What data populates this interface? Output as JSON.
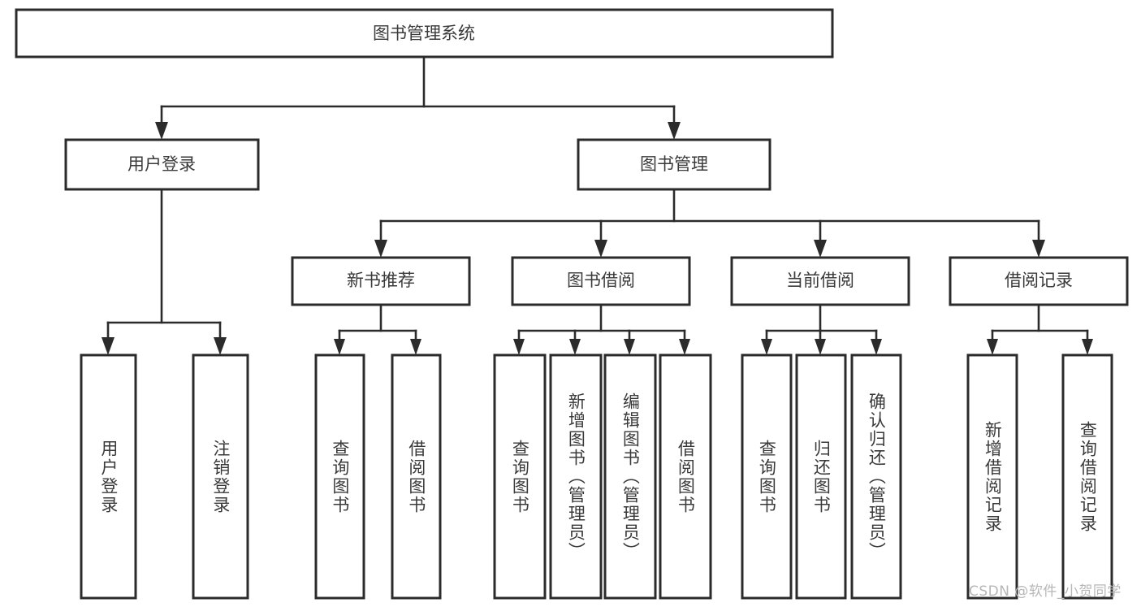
{
  "diagram": {
    "type": "tree",
    "title": "图书管理系统",
    "root": {
      "id": "root",
      "label": "图书管理系统"
    },
    "level2": [
      {
        "id": "user-login",
        "label": "用户登录"
      },
      {
        "id": "book-manage",
        "label": "图书管理"
      }
    ],
    "level3": [
      {
        "id": "new-book-recommend",
        "label": "新书推荐",
        "parent": "book-manage"
      },
      {
        "id": "book-borrow",
        "label": "图书借阅",
        "parent": "book-manage"
      },
      {
        "id": "current-borrow",
        "label": "当前借阅",
        "parent": "book-manage"
      },
      {
        "id": "borrow-record",
        "label": "借阅记录",
        "parent": "book-manage"
      }
    ],
    "leaves": [
      {
        "id": "leaf-user-login",
        "label": "用户登录",
        "parent": "user-login"
      },
      {
        "id": "leaf-logout-login",
        "label": "注销登录",
        "parent": "user-login"
      },
      {
        "id": "leaf-query-book-1",
        "label": "查询图书",
        "parent": "new-book-recommend"
      },
      {
        "id": "leaf-borrow-book-1",
        "label": "借阅图书",
        "parent": "new-book-recommend"
      },
      {
        "id": "leaf-query-book-2",
        "label": "查询图书",
        "parent": "book-borrow"
      },
      {
        "id": "leaf-add-book",
        "label": "新增图书（管理员）",
        "parent": "book-borrow"
      },
      {
        "id": "leaf-edit-book",
        "label": "编辑图书（管理员）",
        "parent": "book-borrow"
      },
      {
        "id": "leaf-borrow-book-2",
        "label": "借阅图书",
        "parent": "book-borrow"
      },
      {
        "id": "leaf-query-book-3",
        "label": "查询图书",
        "parent": "current-borrow"
      },
      {
        "id": "leaf-return-book",
        "label": "归还图书",
        "parent": "current-borrow"
      },
      {
        "id": "leaf-confirm-return",
        "label": "确认归还（管理员）",
        "parent": "current-borrow"
      },
      {
        "id": "leaf-add-record",
        "label": "新增借阅记录",
        "parent": "borrow-record"
      },
      {
        "id": "leaf-query-record",
        "label": "查询借阅记录",
        "parent": "borrow-record"
      }
    ],
    "colors": {
      "box_fill": "#ffffff",
      "box_stroke": "#2b2b2b",
      "text": "#3a3a3a",
      "connector": "#2b2b2b",
      "watermark": "#b7b7b7",
      "background": "#ffffff"
    }
  },
  "watermark": {
    "text": "CSDN @软件_小贺同学"
  }
}
